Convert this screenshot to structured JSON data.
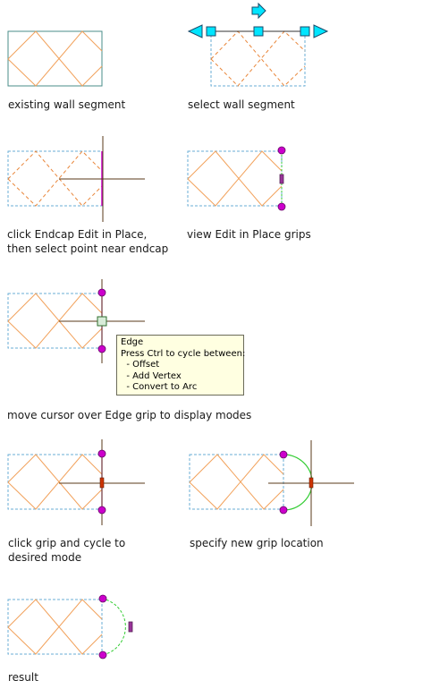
{
  "captions": {
    "existing": "existing wall segment",
    "select": "select wall segment",
    "click_endcap_1": "click Endcap Edit in Place,",
    "click_endcap_2": "then select point near endcap",
    "view_grips": "view Edit in Place grips",
    "move_cursor": "move cursor over Edge grip to display modes",
    "click_grip_1": "click grip and cycle to",
    "click_grip_2": "desired mode",
    "specify": "specify new grip location",
    "result": "result"
  },
  "tooltip": {
    "title": "Edge",
    "line1": "Press Ctrl to cycle between:",
    "opt1": "  - Offset",
    "opt2": "  - Add Vertex",
    "opt3": "  - Convert to Arc"
  },
  "colors": {
    "wall_hatch": "#f2a25c",
    "wall_hatch_dashed": "#e9863a",
    "outline_solid": "#4a8c88",
    "outline_dashed": "#6aaed6",
    "grip_square": "#00e5ff",
    "grip_endpoint": "#cc00cc",
    "crosshair": "#5a3a1a",
    "preview_arc": "#33cc33",
    "edge_grip": "#cc3300"
  }
}
